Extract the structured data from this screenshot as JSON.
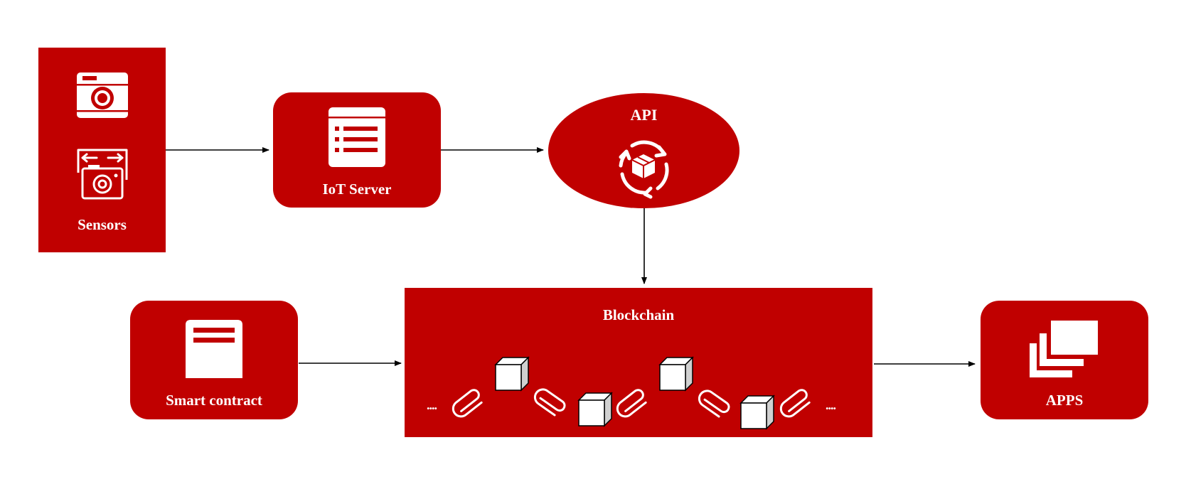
{
  "colors": {
    "node_fill": "#c00000",
    "text": "#ffffff",
    "arrow": "#000000",
    "block_face": "#ffffff",
    "block_side": "#d0d0d0"
  },
  "nodes": {
    "sensors": {
      "label": "Sensors",
      "icons": [
        "camera-icon",
        "panorama-camera-icon"
      ]
    },
    "iot_server": {
      "label": "IoT Server",
      "icon": "server-list-icon"
    },
    "api": {
      "label": "API",
      "icon": "cycle-package-icon"
    },
    "smart_contract": {
      "label": "Smart contract",
      "icon": "document-icon"
    },
    "blockchain": {
      "label": "Blockchain",
      "ellipsis_left": "....",
      "ellipsis_right": "....",
      "block_count": 4,
      "link_count": 5
    },
    "apps": {
      "label": "APPS",
      "icon": "stacked-windows-icon"
    }
  },
  "edges": [
    {
      "from": "sensors",
      "to": "iot_server"
    },
    {
      "from": "iot_server",
      "to": "api"
    },
    {
      "from": "api",
      "to": "blockchain"
    },
    {
      "from": "smart_contract",
      "to": "blockchain"
    },
    {
      "from": "blockchain",
      "to": "apps"
    }
  ]
}
